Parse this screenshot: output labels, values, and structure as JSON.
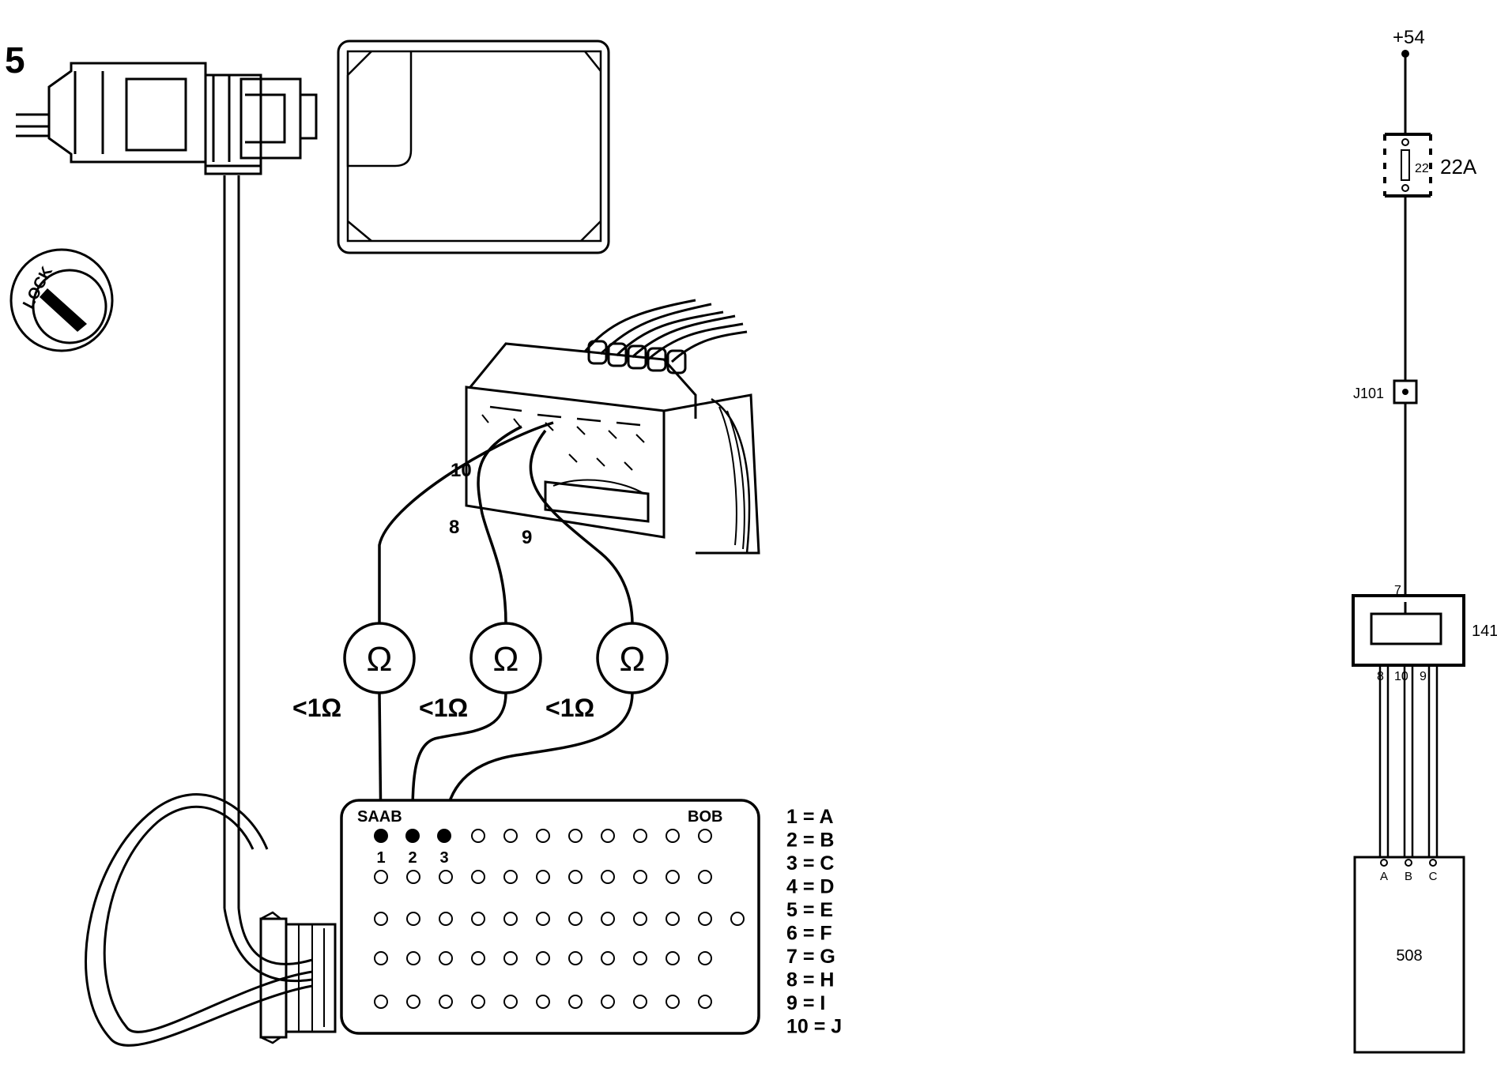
{
  "figure_number": "5",
  "lock_label": "LOCK",
  "connector_pins": {
    "p10": "10",
    "p8": "8",
    "p9": "9"
  },
  "ohmmeters": [
    {
      "symbol": "Ω",
      "reading": "<1Ω"
    },
    {
      "symbol": "Ω",
      "reading": "<1Ω"
    },
    {
      "symbol": "Ω",
      "reading": "<1Ω"
    }
  ],
  "breakout_box": {
    "left_label": "SAAB",
    "right_label": "BOB",
    "socket_numbers": [
      "1",
      "2",
      "3"
    ]
  },
  "pin_legend": [
    "1 = A",
    "2 = B",
    "3 = C",
    "4 = D",
    "5 = E",
    "6 = F",
    "7 = G",
    "8 = H",
    "9 = I",
    "10 = J"
  ],
  "schematic": {
    "supply": "+54",
    "fuse_number": "22",
    "fuse_rating": "22A",
    "junction": "J101",
    "module": "141",
    "module_top_pin": "7",
    "module_pins": [
      "8",
      "10",
      "9"
    ],
    "device": "508",
    "device_pins": [
      "A",
      "B",
      "C"
    ]
  }
}
